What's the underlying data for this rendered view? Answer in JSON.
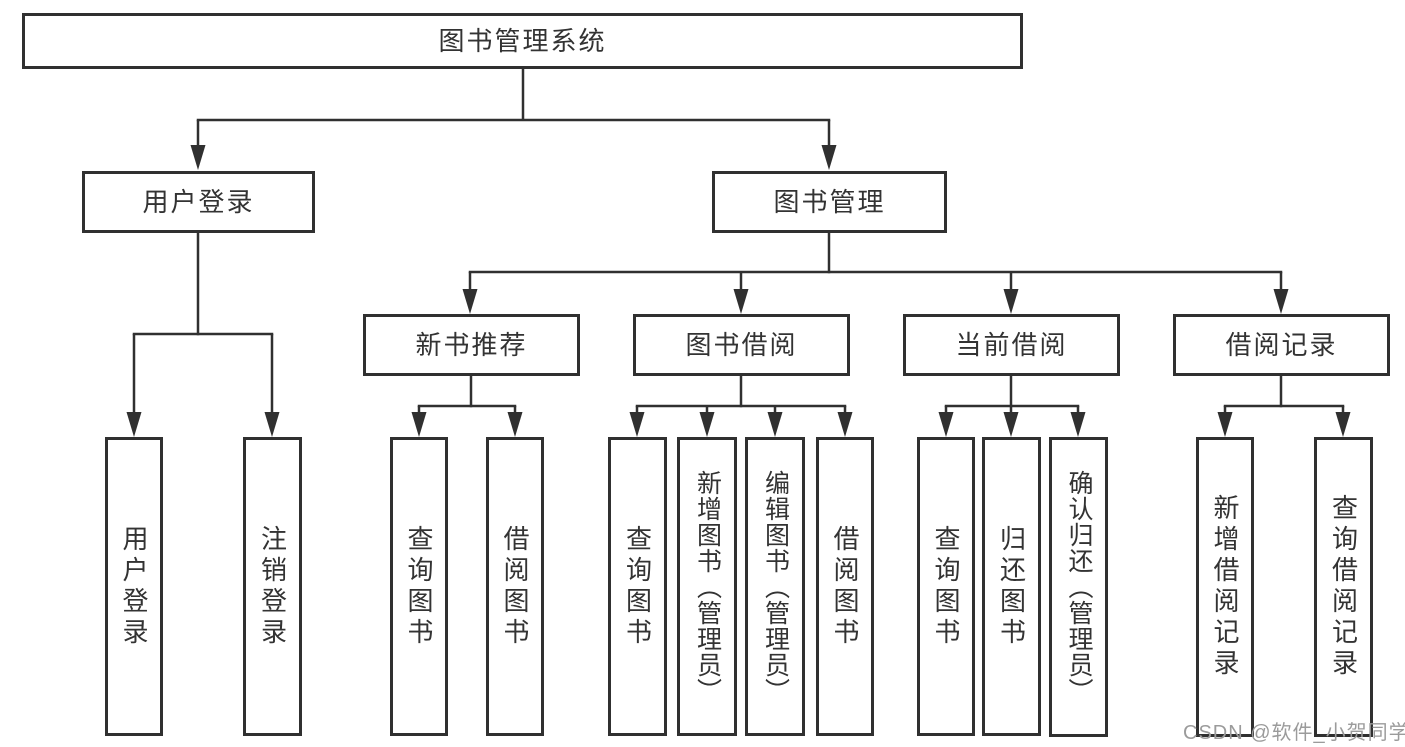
{
  "diagram": {
    "type": "tree",
    "title": "图书管理系统"
  },
  "tree": {
    "root": {
      "label": "图书管理系统"
    },
    "branches": [
      {
        "label": "用户登录",
        "children": [
          {
            "label": "用户登录"
          },
          {
            "label": "注销登录"
          }
        ]
      },
      {
        "label": "图书管理",
        "children": [
          {
            "label": "新书推荐",
            "children": [
              {
                "label": "查询图书"
              },
              {
                "label": "借阅图书"
              }
            ]
          },
          {
            "label": "图书借阅",
            "children": [
              {
                "label": "查询图书"
              },
              {
                "label": "新增图书（管理员）"
              },
              {
                "label": "编辑图书（管理员）"
              },
              {
                "label": "借阅图书"
              }
            ]
          },
          {
            "label": "当前借阅",
            "children": [
              {
                "label": "查询图书"
              },
              {
                "label": "归还图书"
              },
              {
                "label": "确认归还（管理员）"
              }
            ]
          },
          {
            "label": "借阅记录",
            "children": [
              {
                "label": "新增借阅记录"
              },
              {
                "label": "查询借阅记录"
              }
            ]
          }
        ]
      }
    ]
  },
  "watermark": {
    "text": "CSDN @软件_小贺同学",
    "color": "#9b9b9b"
  },
  "colors": {
    "line": "#303030",
    "text": "#333333",
    "background": "#ffffff"
  }
}
